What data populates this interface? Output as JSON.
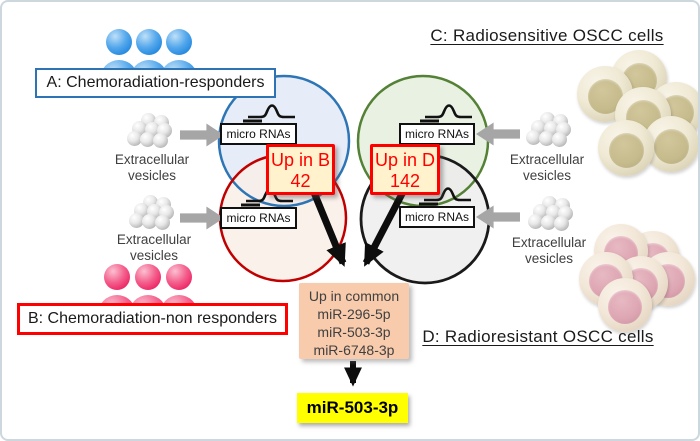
{
  "figure": {
    "groups": {
      "a": {
        "label": "A: Chemoradiation-responders",
        "border_color": "#2E74B5"
      },
      "b": {
        "label": "B: Chemoradiation-non responders",
        "border_color": "#FF0000"
      },
      "c": {
        "label": "C: Radiosensitive OSCC cells"
      },
      "d": {
        "label": "D: Radioresistant OSCC cells"
      }
    },
    "vesicles_label": {
      "line1": "Extracellular",
      "line2": "vesicles"
    },
    "micro_rnas_label": "micro RNAs",
    "venn": {
      "up_in_b": {
        "title": "Up in B",
        "count": "42"
      },
      "up_in_d": {
        "title": "Up in D",
        "count": "142"
      },
      "circle_colors": {
        "a_blue": "#2E75B6",
        "b_red": "#C00000",
        "c_green": "#538135",
        "d_black": "#1A1A1A"
      }
    },
    "common_box": {
      "title": "Up in common",
      "items": [
        "miR-296-5p",
        "miR-503-3p",
        "miR-6748-3p"
      ]
    },
    "final_result": "miR-503-3p",
    "colors": {
      "highlight_box_fill": "#FFF2CC",
      "highlight_border": "#FF0000",
      "common_box_fill": "#F8CBAD",
      "final_box_fill": "#FFFF00",
      "arrow_gray": "#A6A6A6",
      "people_blue": "#3E9BE8",
      "people_pink": "#ED2465",
      "cell_olive": "#C6BB8C",
      "cell_pink": "#DDA5B2"
    }
  }
}
